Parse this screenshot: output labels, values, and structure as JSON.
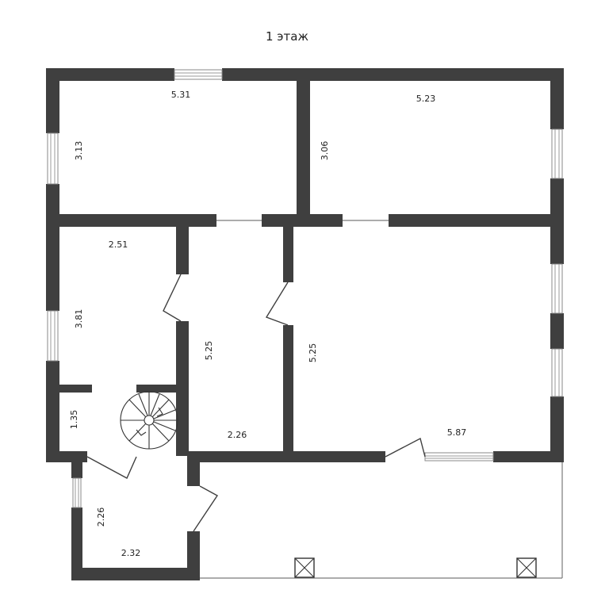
{
  "title": "1 этаж",
  "dimensions": {
    "room_top_left_width": "5.31",
    "room_top_left_height": "3.13",
    "room_top_right_width": "5.23",
    "room_top_right_height": "3.06",
    "room_mid_left_width": "2.51",
    "room_mid_left_height": "3.81",
    "corridor_height": "5.25",
    "corridor_width": "2.26",
    "room_large_height": "5.25",
    "room_large_width": "5.87",
    "stair_area_height": "1.35",
    "entry_height": "2.26",
    "entry_width": "2.32"
  },
  "colors": {
    "wall": "#3f3f3f",
    "background": "#ffffff"
  }
}
